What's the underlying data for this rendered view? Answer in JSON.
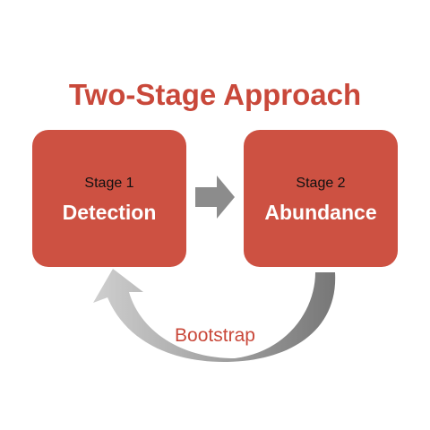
{
  "title": "Two-Stage Approach",
  "stages": [
    {
      "label": "Stage 1",
      "name": "Detection"
    },
    {
      "label": "Stage 2",
      "name": "Abundance"
    }
  ],
  "loop": {
    "label": "Bootstrap"
  },
  "colors": {
    "accent": "#c9483a",
    "box": "#cd5142",
    "arrow_dark": "#7a7a7a",
    "arrow_light": "#c4c4c4"
  }
}
